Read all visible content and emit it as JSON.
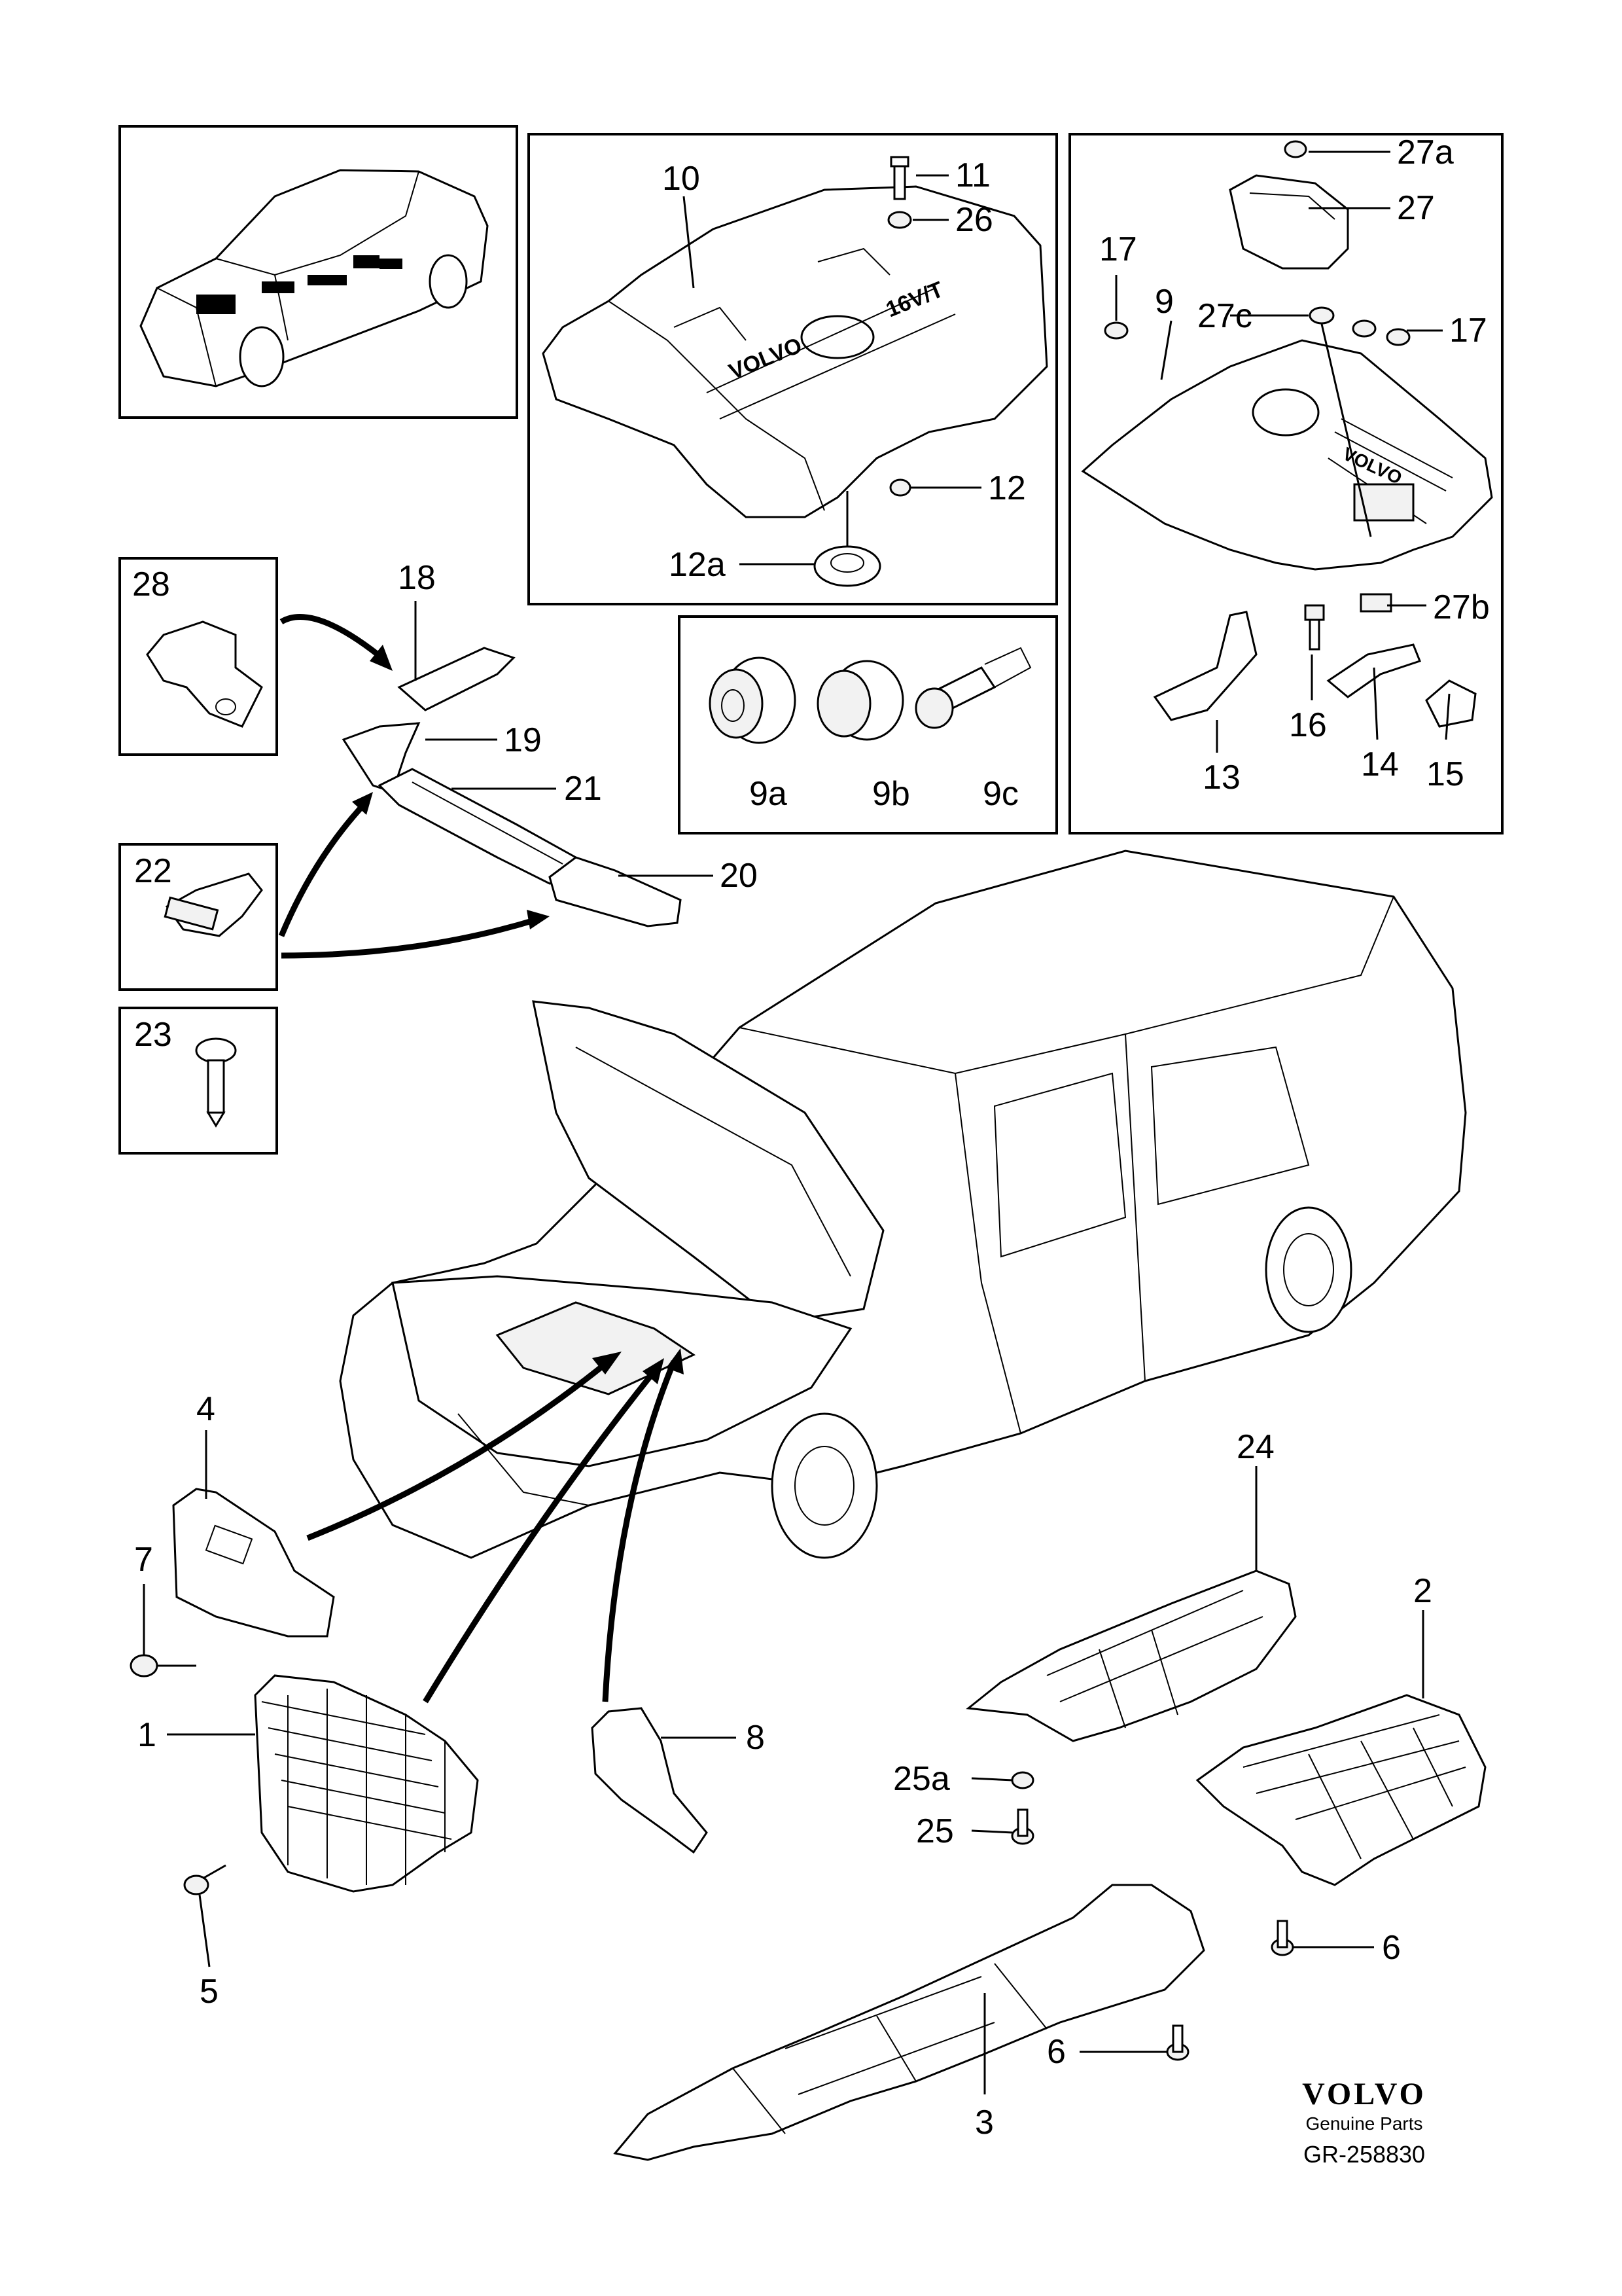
{
  "callouts": {
    "c1": "1",
    "c2": "2",
    "c3": "3",
    "c4": "4",
    "c5": "5",
    "c6a": "6",
    "c6b": "6",
    "c7": "7",
    "c8": "8",
    "c9": "9",
    "c9a": "9a",
    "c9b": "9b",
    "c9c": "9c",
    "c10": "10",
    "c11": "11",
    "c12": "12",
    "c12a": "12a",
    "c13": "13",
    "c14": "14",
    "c15": "15",
    "c16": "16",
    "c17a": "17",
    "c17b": "17",
    "c18": "18",
    "c19": "19",
    "c20": "20",
    "c21": "21",
    "c22": "22",
    "c23": "23",
    "c24": "24",
    "c25": "25",
    "c25a": "25a",
    "c26": "26",
    "c27": "27",
    "c27a": "27a",
    "c27b": "27b",
    "c27c": "27c",
    "c28": "28"
  },
  "cover_lettering": {
    "brand": "VOLVO",
    "engine": "16V/T"
  },
  "footer": {
    "logo": "VOLVO",
    "tagline": "Genuine Parts",
    "ref": "GR-258830"
  }
}
